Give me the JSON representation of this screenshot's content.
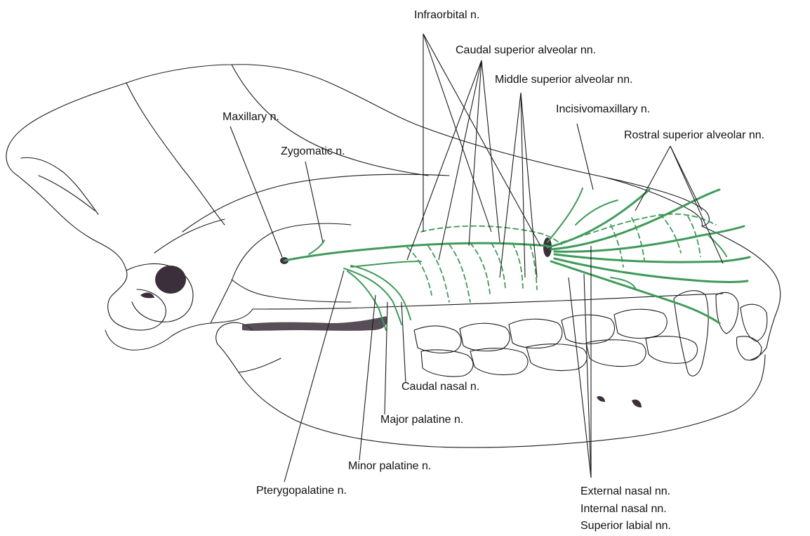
{
  "colors": {
    "nerve": "#3f9a5a",
    "outline": "#1a1a1a",
    "dark_fill": "#3a2f3a",
    "background": "#ffffff"
  },
  "labels": {
    "infraorbital": "Infraorbital n.",
    "caudal_superior_alveolar": "Caudal superior alveolar nn.",
    "middle_superior_alveolar": "Middle superior alveolar nn.",
    "incisivomaxillary": "Incisivomaxillary n.",
    "rostral_superior_alveolar": "Rostral superior alveolar nn.",
    "maxillary": "Maxillary n.",
    "zygomatic": "Zygomatic n.",
    "caudal_nasal": "Caudal nasal n.",
    "major_palatine": "Major palatine n.",
    "minor_palatine": "Minor palatine n.",
    "pterygopalatine": "Pterygopalatine n.",
    "external_nasal": "External nasal nn.",
    "internal_nasal": "Internal nasal nn.",
    "superior_labial": "Superior labial nn."
  }
}
